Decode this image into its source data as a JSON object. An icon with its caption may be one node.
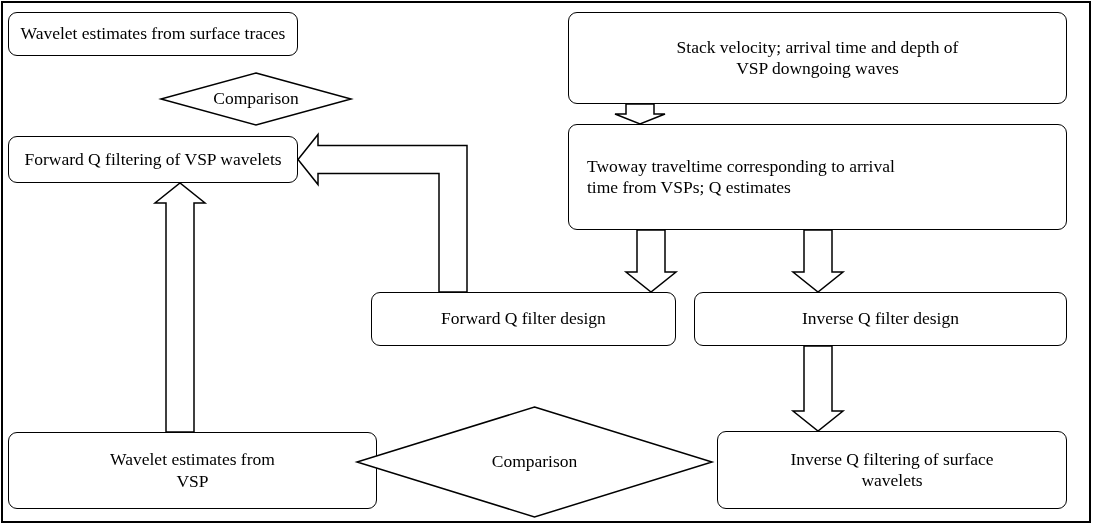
{
  "diagram": {
    "nodes": [
      {
        "text": [
          "Wavelet estimates from surface traces"
        ]
      },
      {
        "text": [
          "Comparison"
        ]
      },
      {
        "text": [
          "Forward Q filtering of VSP wavelets"
        ]
      },
      {
        "text": [
          "Stack velocity; arrival time and depth of VSP downgoing waves"
        ]
      },
      {
        "text": [
          "Twoway traveltime corresponding to arrival time from VSPs; Q estimates"
        ]
      },
      {
        "text": [
          "Forward Q filter design"
        ]
      },
      {
        "text": [
          "Inverse Q filter design"
        ]
      },
      {
        "text": [
          "Wavelet estimates from VSP"
        ]
      },
      {
        "text": [
          "Comparison"
        ]
      },
      {
        "text": [
          "Inverse Q filtering of surface wavelets"
        ]
      }
    ],
    "edges": [
      {
        "from": 3,
        "to": 4,
        "arrow": "to"
      },
      {
        "from": 4,
        "to": 5,
        "arrow": "to"
      },
      {
        "from": 4,
        "to": 6,
        "arrow": "to"
      },
      {
        "from": 6,
        "to": 9,
        "arrow": "to"
      },
      {
        "from": 5,
        "to": 2,
        "arrow": "to"
      },
      {
        "from": 7,
        "to": 2,
        "arrow": "to"
      }
    ]
  }
}
